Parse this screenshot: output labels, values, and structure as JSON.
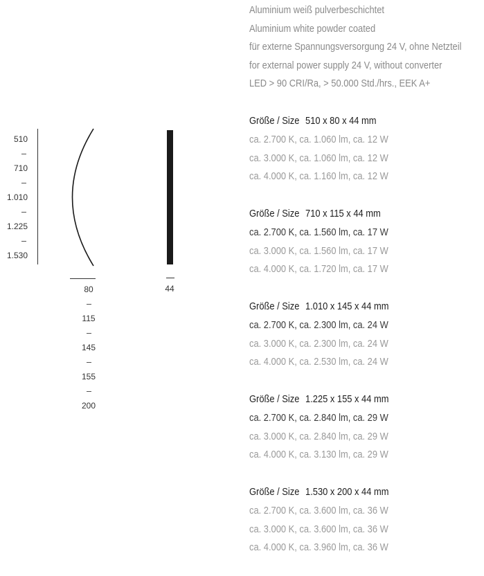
{
  "description": [
    "Aluminium weiß pulverbeschichtet",
    "Aluminium white powder coated",
    "für externe Spannungsversorgung 24 V, ohne Netzteil",
    "for external power supply 24 V, without converter",
    "LED > 90 CRI/Ra, > 50.000 Std./hrs., EEK A+"
  ],
  "size_label": "Größe / Size",
  "groups": [
    {
      "dimension": "510 x 80 x 44 mm",
      "options": [
        "ca. 2.700 K, ca. 1.060 lm, ca. 12 W",
        "ca. 3.000 K, ca. 1.060 lm, ca. 12 W",
        "ca. 4.000 K, ca. 1.160 lm, ca. 12 W"
      ]
    },
    {
      "dimension": "710 x 115 x 44 mm",
      "options": [
        "ca. 2.700 K, ca. 1.560 lm, ca. 17 W",
        "ca. 3.000 K, ca. 1.560 lm, ca. 17 W",
        "ca. 4.000 K, ca. 1.720 lm, ca. 17 W"
      ]
    },
    {
      "dimension": "1.010 x 145 x 44 mm",
      "options": [
        "ca. 2.700 K, ca. 2.300 lm, ca. 24 W",
        "ca. 3.000 K, ca. 2.300 lm, ca. 24 W",
        "ca. 4.000 K, ca. 2.530 lm, ca. 24 W"
      ]
    },
    {
      "dimension": "1.225 x 155 x 44 mm",
      "options": [
        "ca. 2.700 K, ca. 2.840 lm, ca. 29 W",
        "ca. 3.000 K, ca. 2.840 lm, ca. 29 W",
        "ca. 4.000 K, ca. 3.130 lm, ca. 29 W"
      ]
    },
    {
      "dimension": "1.530 x 200 x 44 mm",
      "options": [
        "ca. 2.700 K, ca. 3.600 lm, ca. 36 W",
        "ca. 3.000 K, ca. 3.600 lm, ca. 36 W",
        "ca. 4.000 K, ca. 3.960 lm, ca. 36 W"
      ]
    }
  ],
  "drawing": {
    "heights": [
      "510",
      "710",
      "1.010",
      "1.225",
      "1.530"
    ],
    "widths": [
      "80",
      "115",
      "145",
      "155",
      "200"
    ],
    "depth": "44"
  },
  "colors": {
    "text_dark": "#1e1e1e",
    "text_gray": "#9a9a9a",
    "accent_dot": "#e2c792"
  }
}
